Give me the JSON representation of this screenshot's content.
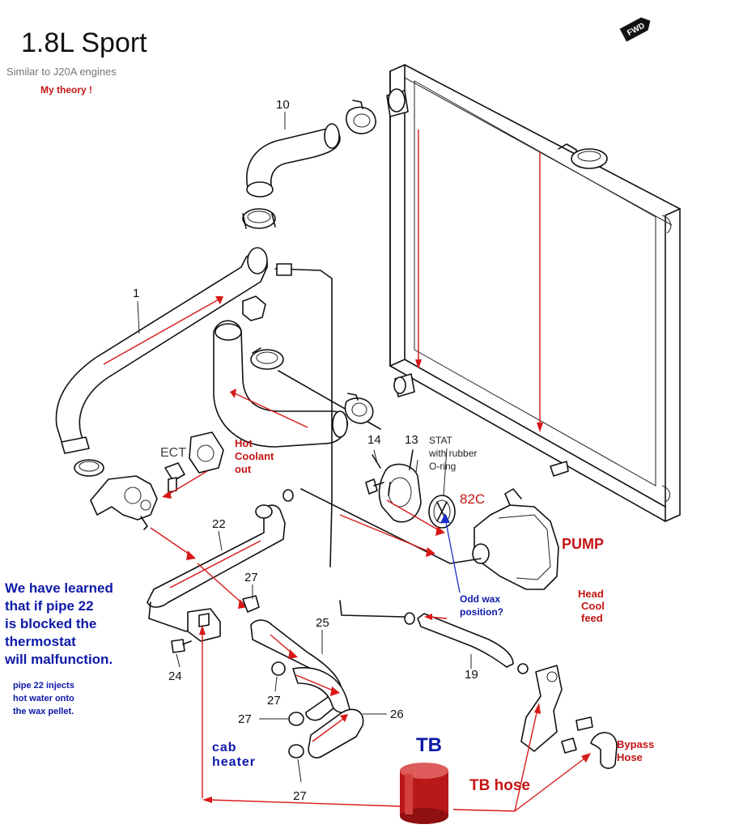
{
  "header": {
    "title": "1.8L Sport",
    "subtitle": "Similar to J20A engines",
    "theory": "My theory !",
    "fwd_badge": "FWD"
  },
  "part_numbers": {
    "p1": "1",
    "p10": "10",
    "p13": "13",
    "p14": "14",
    "p19": "19",
    "p22": "22",
    "p24": "24",
    "p25": "25",
    "p26": "26",
    "p27a": "27",
    "p27b": "27",
    "p27c": "27",
    "p27d": "27"
  },
  "labels": {
    "ect": "ECT",
    "hot_coolant_1": "Hot",
    "hot_coolant_2": "Coolant",
    "hot_coolant_3": "out",
    "stat_1": "STAT",
    "stat_2": "with rubber",
    "stat_3": "O-ring",
    "temp_82c": "82C",
    "pump": "PUMP",
    "head_1": "Head",
    "head_2": "Cool",
    "head_3": "feed",
    "odd_wax_1": "Odd wax",
    "odd_wax_2": "position?",
    "bypass_1": "Bypass",
    "bypass_2": "Hose",
    "tb": "TB",
    "tb_hose": "TB hose",
    "cab_1": "cab",
    "cab_2": "heater"
  },
  "note": {
    "line1": "We have learned",
    "line2": "that if pipe 22",
    "line3": "is blocked the",
    "line4": "thermostat",
    "line5": "will malfunction.",
    "small1": "pipe 22 injects",
    "small2": "hot water onto",
    "small3": "the wax pellet."
  },
  "colors": {
    "annotation_red": "#c41414",
    "annotation_blue": "#0d1aa8",
    "tb_cylinder": "#b81818"
  }
}
